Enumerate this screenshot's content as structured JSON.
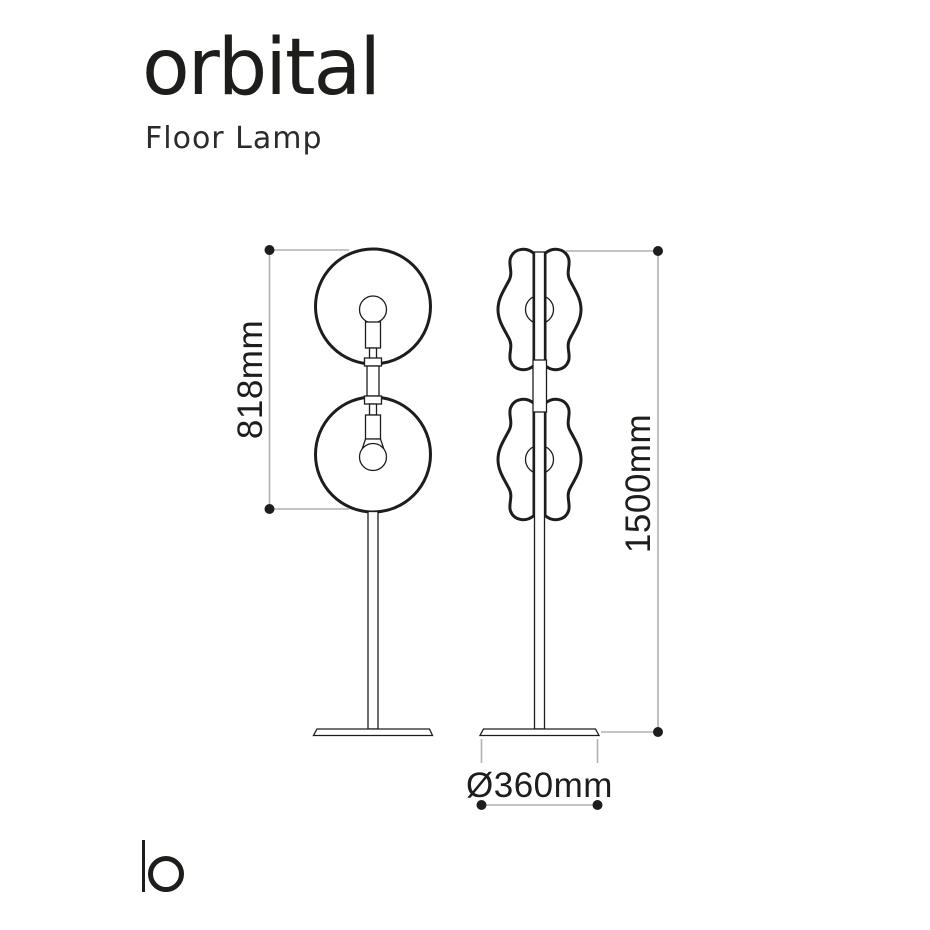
{
  "product": {
    "name": "orbital",
    "category": "Floor Lamp"
  },
  "dimensions": {
    "shade_section_height": "818mm",
    "overall_height": "1500mm",
    "base_diameter": "Ø360mm"
  },
  "brand": {
    "logo_glyph": "b"
  },
  "colors": {
    "ink": "#1d1d1b",
    "dimension_lines": "#b1b1b1",
    "background": "#ffffff"
  }
}
